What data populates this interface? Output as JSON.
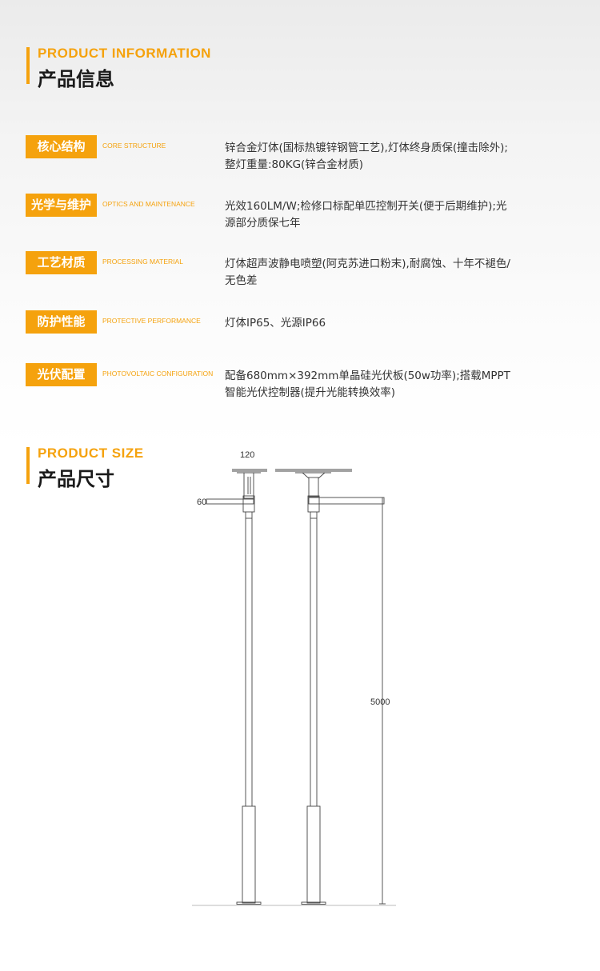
{
  "product_info": {
    "title_en": "PRODUCT INFORMATION",
    "title_cn": "产品信息",
    "rows": [
      {
        "label_cn": "核心结构",
        "label_en": "CORE STRUCTURE",
        "text": "锌合金灯体(国标热镀锌钢管工艺),灯体终身质保(撞击除外);整灯重量:80KG(锌合金材质)"
      },
      {
        "label_cn": "光学与维护",
        "label_en": "OPTICS AND MAINTENANCE",
        "text": "光效160LM/W;检修口标配单匹控制开关(便于后期维护);光源部分质保七年"
      },
      {
        "label_cn": "工艺材质",
        "label_en": "PROCESSING MATERIAL",
        "text": "灯体超声波静电喷塑(阿克苏进口粉末),耐腐蚀、十年不褪色/无色差"
      },
      {
        "label_cn": "防护性能",
        "label_en": "PROTECTIVE PERFORMANCE",
        "text": "灯体IP65、光源IP66"
      },
      {
        "label_cn": "光伏配置",
        "label_en": "PHOTOVOLTAIC CONFIGURATION",
        "text": "配备680mm×392mm单晶硅光伏板(50w功率);搭载MPPT智能光伏控制器(提升光能转换效率)"
      }
    ]
  },
  "product_size": {
    "title_en": "PRODUCT SIZE",
    "title_cn": "产品尺寸",
    "dimensions": {
      "top_width": "120",
      "arm_length": "60",
      "height": "5000"
    }
  },
  "colors": {
    "accent": "#f5a20d",
    "heading": "#1a1a1a",
    "text": "#333333",
    "line": "#444444"
  }
}
